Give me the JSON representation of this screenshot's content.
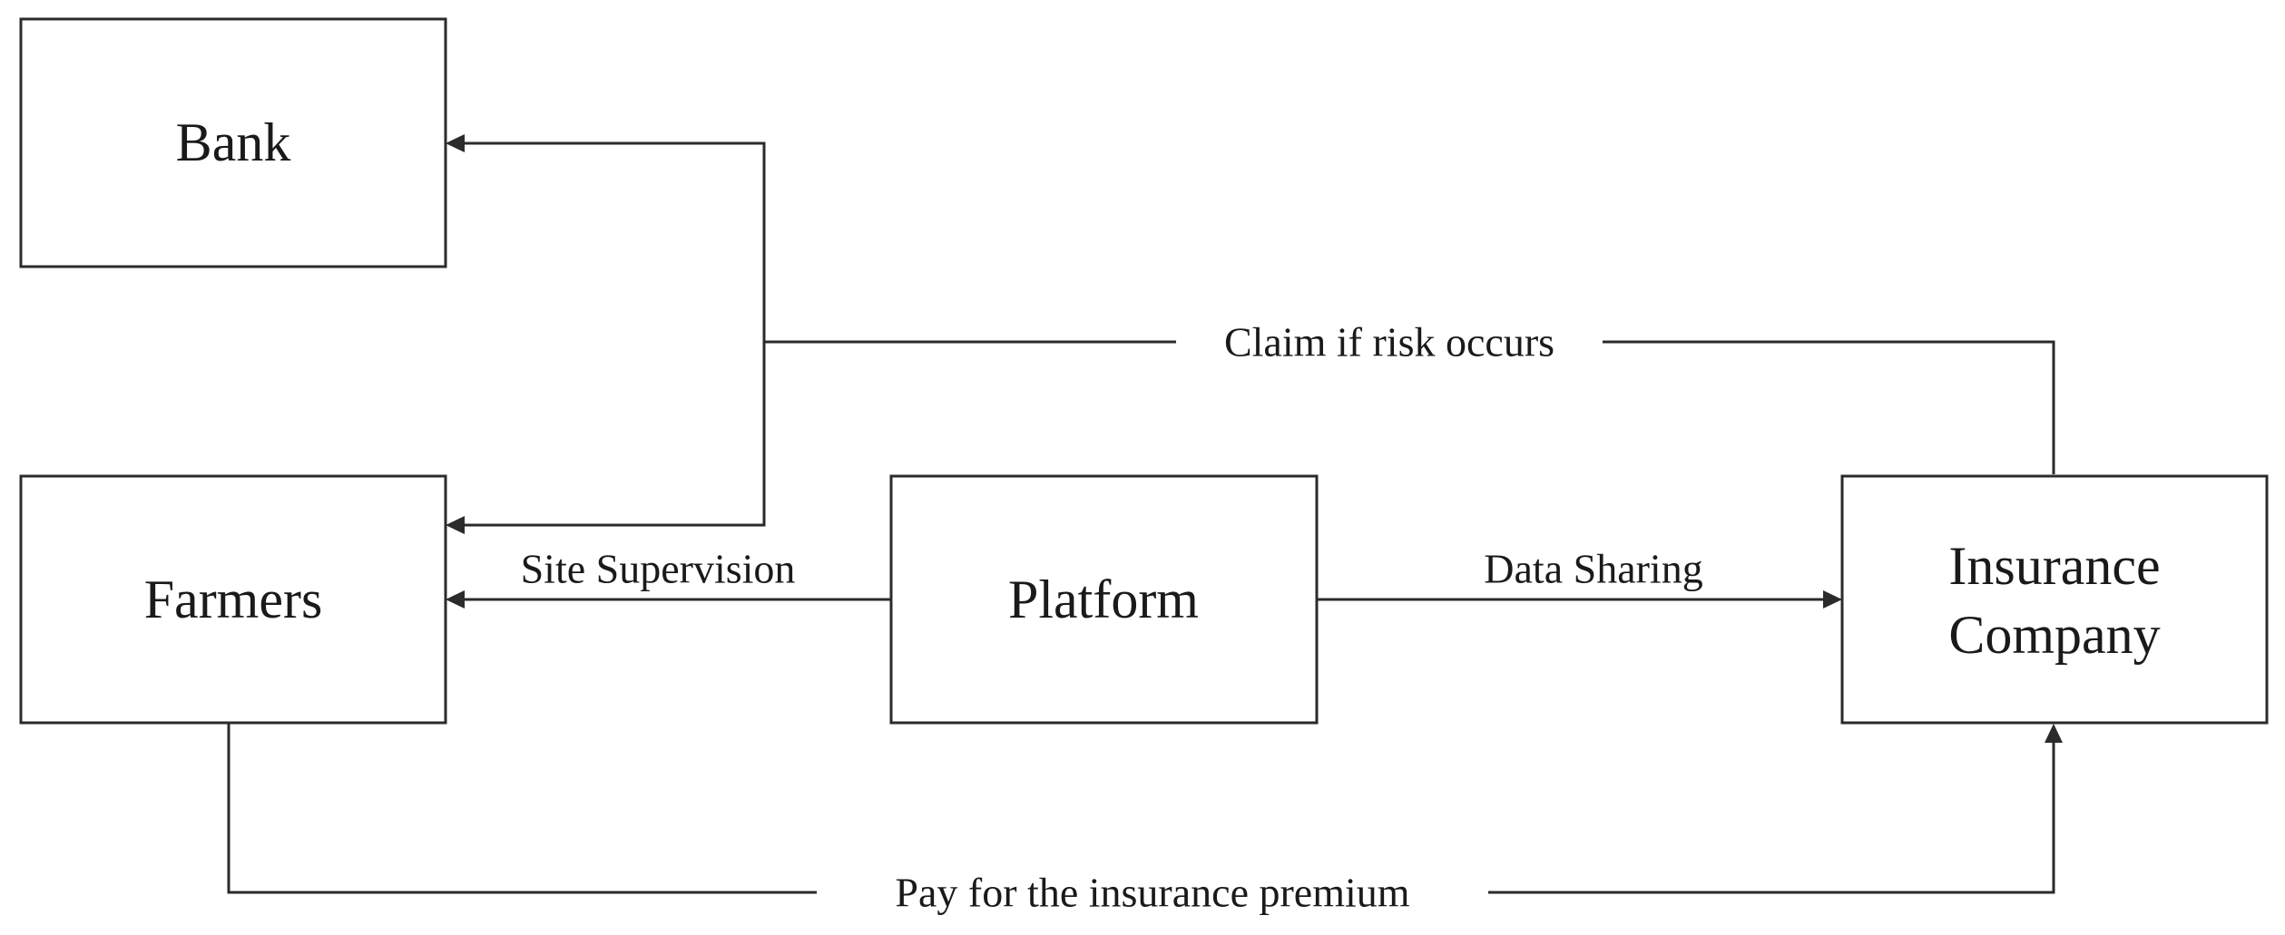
{
  "nodes": {
    "bank": {
      "label": "Bank"
    },
    "farmers": {
      "label": "Farmers"
    },
    "platform": {
      "label": "Platform"
    },
    "insurance_company": {
      "line1": "Insurance",
      "line2": "Company"
    }
  },
  "edges": {
    "claim": {
      "label": "Claim if risk occurs"
    },
    "site_supervision": {
      "label": "Site Supervision"
    },
    "data_sharing": {
      "label": "Data Sharing"
    },
    "premium": {
      "label": "Pay for the insurance premium"
    }
  },
  "colors": {
    "stroke": "#2b2b2b",
    "text": "#1a1a1a",
    "background": "#ffffff"
  }
}
